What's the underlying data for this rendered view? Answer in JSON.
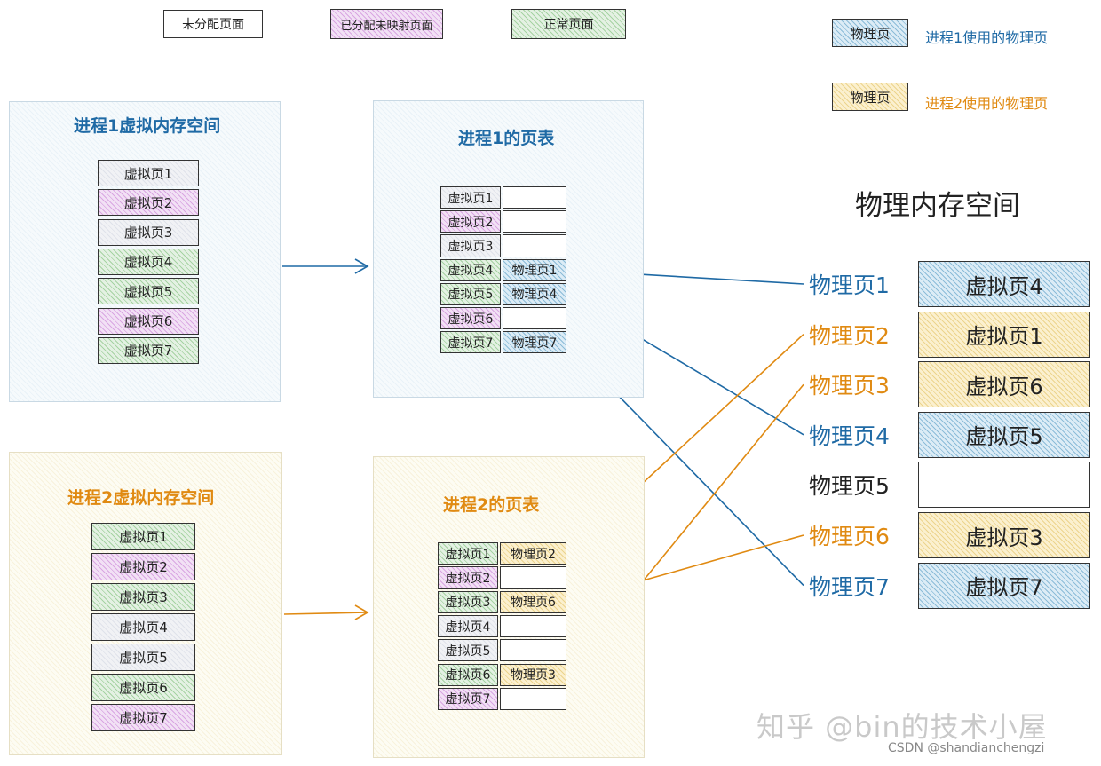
{
  "legend": {
    "unallocated": "未分配页面",
    "allocated_unmapped": "已分配未映射页面",
    "normal": "正常页面",
    "p1_box": "物理页",
    "p1_desc": "进程1使用的物理页",
    "p2_box": "物理页",
    "p2_desc": "进程2使用的物理页"
  },
  "colors": {
    "unallocated": "#eef0f4",
    "allocated_unmapped": "#e9c8ef",
    "normal": "#cde6cb",
    "process1": "#1f6aa5",
    "process2": "#e08a12",
    "process1_physical": "#b9d7ea",
    "process2_physical": "#f5e2a8"
  },
  "process1": {
    "vspace_title": "进程1虚拟内存空间",
    "vpages": [
      {
        "label": "虚拟页1",
        "state": "unallocated"
      },
      {
        "label": "虚拟页2",
        "state": "allocated_unmapped"
      },
      {
        "label": "虚拟页3",
        "state": "unallocated"
      },
      {
        "label": "虚拟页4",
        "state": "normal"
      },
      {
        "label": "虚拟页5",
        "state": "normal"
      },
      {
        "label": "虚拟页6",
        "state": "allocated_unmapped"
      },
      {
        "label": "虚拟页7",
        "state": "normal"
      }
    ],
    "page_table_title": "进程1的页表",
    "page_table": [
      {
        "vpage": "虚拟页1",
        "state": "unallocated",
        "ppage": ""
      },
      {
        "vpage": "虚拟页2",
        "state": "allocated_unmapped",
        "ppage": ""
      },
      {
        "vpage": "虚拟页3",
        "state": "unallocated",
        "ppage": ""
      },
      {
        "vpage": "虚拟页4",
        "state": "normal",
        "ppage": "物理页1"
      },
      {
        "vpage": "虚拟页5",
        "state": "normal",
        "ppage": "物理页4"
      },
      {
        "vpage": "虚拟页6",
        "state": "allocated_unmapped",
        "ppage": ""
      },
      {
        "vpage": "虚拟页7",
        "state": "normal",
        "ppage": "物理页7"
      }
    ]
  },
  "process2": {
    "vspace_title": "进程2虚拟内存空间",
    "vpages": [
      {
        "label": "虚拟页1",
        "state": "normal"
      },
      {
        "label": "虚拟页2",
        "state": "allocated_unmapped"
      },
      {
        "label": "虚拟页3",
        "state": "normal"
      },
      {
        "label": "虚拟页4",
        "state": "unallocated"
      },
      {
        "label": "虚拟页5",
        "state": "unallocated"
      },
      {
        "label": "虚拟页6",
        "state": "normal"
      },
      {
        "label": "虚拟页7",
        "state": "allocated_unmapped"
      }
    ],
    "page_table_title": "进程2的页表",
    "page_table": [
      {
        "vpage": "虚拟页1",
        "state": "normal",
        "ppage": "物理页2"
      },
      {
        "vpage": "虚拟页2",
        "state": "allocated_unmapped",
        "ppage": ""
      },
      {
        "vpage": "虚拟页3",
        "state": "normal",
        "ppage": "物理页6"
      },
      {
        "vpage": "虚拟页4",
        "state": "unallocated",
        "ppage": ""
      },
      {
        "vpage": "虚拟页5",
        "state": "unallocated",
        "ppage": ""
      },
      {
        "vpage": "虚拟页6",
        "state": "normal",
        "ppage": "物理页3"
      },
      {
        "vpage": "虚拟页7",
        "state": "allocated_unmapped",
        "ppage": ""
      }
    ]
  },
  "physical_memory": {
    "title": "物理内存空间",
    "pages": [
      {
        "label": "物理页1",
        "owner": "process1",
        "content": "虚拟页4"
      },
      {
        "label": "物理页2",
        "owner": "process2",
        "content": "虚拟页1"
      },
      {
        "label": "物理页3",
        "owner": "process2",
        "content": "虚拟页6"
      },
      {
        "label": "物理页4",
        "owner": "process1",
        "content": "虚拟页5"
      },
      {
        "label": "物理页5",
        "owner": "none",
        "content": ""
      },
      {
        "label": "物理页6",
        "owner": "process2",
        "content": "虚拟页3"
      },
      {
        "label": "物理页7",
        "owner": "process1",
        "content": "虚拟页7"
      }
    ]
  },
  "watermark": {
    "main": "知乎 @bin的技术小屋",
    "sub": "CSDN @shandianchengzi"
  }
}
